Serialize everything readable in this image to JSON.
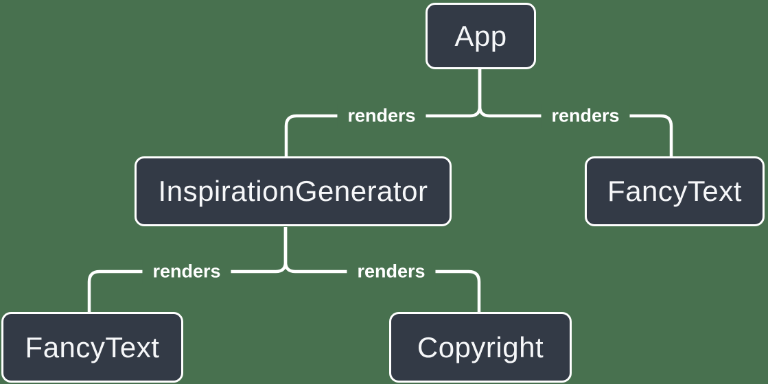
{
  "diagram": {
    "type": "component-render-tree",
    "colors": {
      "background": "#48714F",
      "node_fill": "#333A46",
      "node_border": "#FFFFFF",
      "node_text": "#F6F7F9",
      "edge_line": "#FFFFFF",
      "edge_label_text": "#FFFFFF"
    },
    "nodes": [
      {
        "id": "app",
        "label": "App"
      },
      {
        "id": "inspiration-generator",
        "label": "InspirationGenerator"
      },
      {
        "id": "fancy-text-right",
        "label": "FancyText"
      },
      {
        "id": "fancy-text-left",
        "label": "FancyText"
      },
      {
        "id": "copyright",
        "label": "Copyright"
      }
    ],
    "edges": [
      {
        "from": "app",
        "to": "inspiration-generator",
        "label": "renders"
      },
      {
        "from": "app",
        "to": "fancy-text-right",
        "label": "renders"
      },
      {
        "from": "inspiration-generator",
        "to": "fancy-text-left",
        "label": "renders"
      },
      {
        "from": "inspiration-generator",
        "to": "copyright",
        "label": "renders"
      }
    ]
  }
}
